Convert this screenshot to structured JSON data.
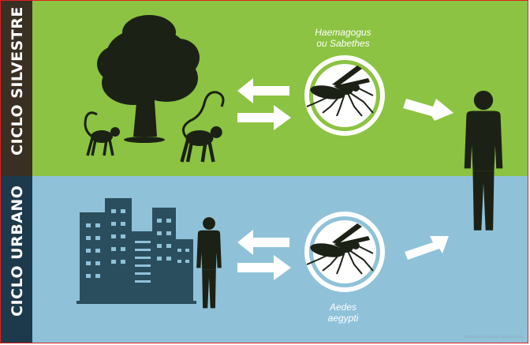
{
  "colors": {
    "sylvatic_bg": "#8cc342",
    "sylvatic_band": "#3a2f23",
    "urban_bg": "#8fc2d9",
    "urban_band": "#1d3a4c",
    "silhouette": "#1c2115",
    "building": "#2b4e5e",
    "white": "#ffffff",
    "border": "#e02020"
  },
  "sylvatic": {
    "label": "CICLO SILVESTRE",
    "species_line1": "Haemagogus",
    "species_line2": "ou Sabethes",
    "icons": [
      "tree-icon",
      "monkey-icon",
      "monkey-icon",
      "mosquito-icon"
    ]
  },
  "urban": {
    "label": "CICLO URBANO",
    "species_line1": "Aedes",
    "species_line2": "aegypti",
    "icons": [
      "buildings-icon",
      "person-icon",
      "mosquito-icon"
    ]
  },
  "credit": "Ilustrações originais: Freepik.com"
}
